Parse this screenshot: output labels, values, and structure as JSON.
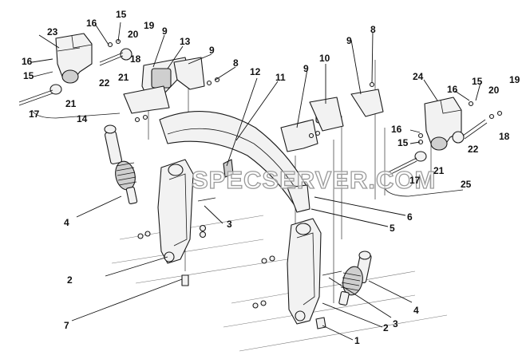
{
  "diagram": {
    "watermark": "SPECSERVER.COM",
    "callouts": [
      {
        "id": "c1",
        "text": "1"
      },
      {
        "id": "c2a",
        "text": "2"
      },
      {
        "id": "c2b",
        "text": "2"
      },
      {
        "id": "c3a",
        "text": "3"
      },
      {
        "id": "c3b",
        "text": "3"
      },
      {
        "id": "c4a",
        "text": "4"
      },
      {
        "id": "c4b",
        "text": "4"
      },
      {
        "id": "c5",
        "text": "5"
      },
      {
        "id": "c6",
        "text": "6"
      },
      {
        "id": "c7",
        "text": "7"
      },
      {
        "id": "c8a",
        "text": "8"
      },
      {
        "id": "c8b",
        "text": "8"
      },
      {
        "id": "c9a",
        "text": "9"
      },
      {
        "id": "c9b",
        "text": "9"
      },
      {
        "id": "c9c",
        "text": "9"
      },
      {
        "id": "c9d",
        "text": "9"
      },
      {
        "id": "c10",
        "text": "10"
      },
      {
        "id": "c11",
        "text": "11"
      },
      {
        "id": "c12",
        "text": "12"
      },
      {
        "id": "c13",
        "text": "13"
      },
      {
        "id": "c14",
        "text": "14"
      },
      {
        "id": "c15a",
        "text": "15"
      },
      {
        "id": "c15b",
        "text": "15"
      },
      {
        "id": "c15c",
        "text": "15"
      },
      {
        "id": "c15d",
        "text": "15"
      },
      {
        "id": "c16a",
        "text": "16"
      },
      {
        "id": "c16b",
        "text": "16"
      },
      {
        "id": "c16c",
        "text": "16"
      },
      {
        "id": "c16d",
        "text": "16"
      },
      {
        "id": "c17a",
        "text": "17"
      },
      {
        "id": "c17b",
        "text": "17"
      },
      {
        "id": "c18a",
        "text": "18"
      },
      {
        "id": "c18b",
        "text": "18"
      },
      {
        "id": "c19a",
        "text": "19"
      },
      {
        "id": "c19b",
        "text": "19"
      },
      {
        "id": "c20a",
        "text": "20"
      },
      {
        "id": "c20b",
        "text": "20"
      },
      {
        "id": "c21a",
        "text": "21"
      },
      {
        "id": "c21b",
        "text": "21"
      },
      {
        "id": "c21c",
        "text": "21"
      },
      {
        "id": "c22a",
        "text": "22"
      },
      {
        "id": "c22b",
        "text": "22"
      },
      {
        "id": "c23",
        "text": "23"
      },
      {
        "id": "c24",
        "text": "24"
      },
      {
        "id": "c25",
        "text": "25"
      }
    ]
  }
}
